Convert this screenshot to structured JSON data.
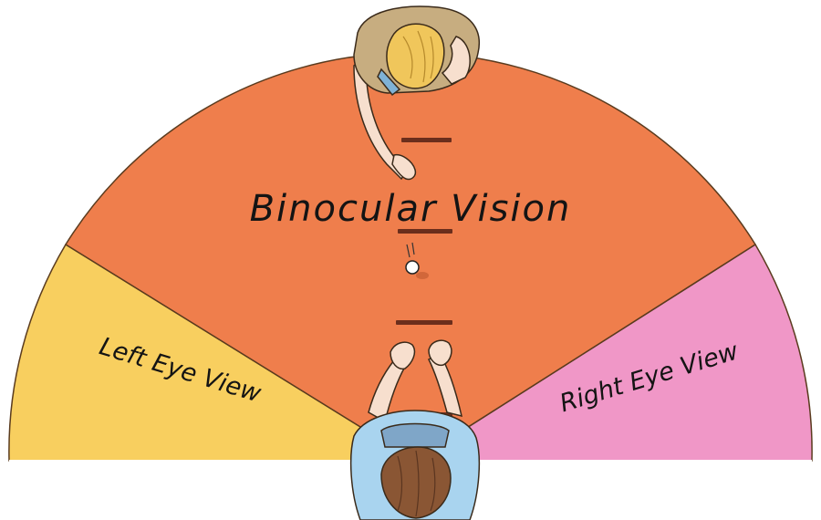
{
  "labels": {
    "binocular": "Binocular Vision",
    "left_eye": "Left Eye View",
    "right_eye": "Right Eye View"
  },
  "colors": {
    "binocular": "#ef7e4c",
    "left_eye": "#f8cf5f",
    "right_eye": "#f097c7",
    "shirt_thrower": "#c7ad80",
    "hair_thrower": "#f0c65b",
    "shirt_catcher": "#a9d4ef",
    "hair_catcher": "#8a5634",
    "skin": "#f7dfce",
    "ball": "#ffffff",
    "rung": "#6b2e1c",
    "text": "#141414"
  },
  "icons": [
    "thrower-figure",
    "catcher-figure",
    "ball-icon"
  ]
}
